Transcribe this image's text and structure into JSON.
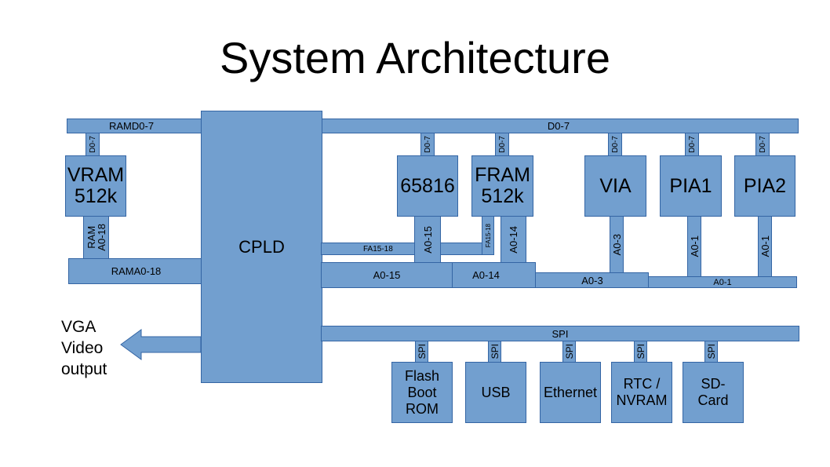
{
  "title": "System Architecture",
  "colors": {
    "block_fill": "#729fcf",
    "block_border": "#3465a4",
    "text": "#000000",
    "background": "#ffffff"
  },
  "buses": {
    "ramd": "RAMD0-7",
    "d": "D0-7",
    "rama": "RAMA0-18",
    "fa": "FA15-18",
    "a015": "A0-15",
    "a014": "A0-14",
    "a03": "A0-3",
    "a01": "A0-1",
    "spi": "SPI"
  },
  "components": {
    "cpld": "CPLD",
    "vram": [
      "VRAM",
      "512k"
    ],
    "cpu": "65816",
    "fram": [
      "FRAM",
      "512k"
    ],
    "via": "VIA",
    "pia1": "PIA1",
    "pia2": "PIA2",
    "flash": [
      "Flash",
      "Boot",
      "ROM"
    ],
    "usb": "USB",
    "ethernet": "Ethernet",
    "rtc": [
      "RTC /",
      "NVRAM"
    ],
    "sd": [
      "SD-",
      "Card"
    ]
  },
  "stubs": {
    "d07": "D0-7",
    "ram_a018": [
      "RAM",
      "A0-18"
    ],
    "a015": "A0-15",
    "fa1518": "FA15-18",
    "a014": "A0-14",
    "a03": "A0-3",
    "a01": "A0-1",
    "spi": "SPI"
  },
  "vga_output": [
    "VGA",
    "Video",
    "output"
  ]
}
